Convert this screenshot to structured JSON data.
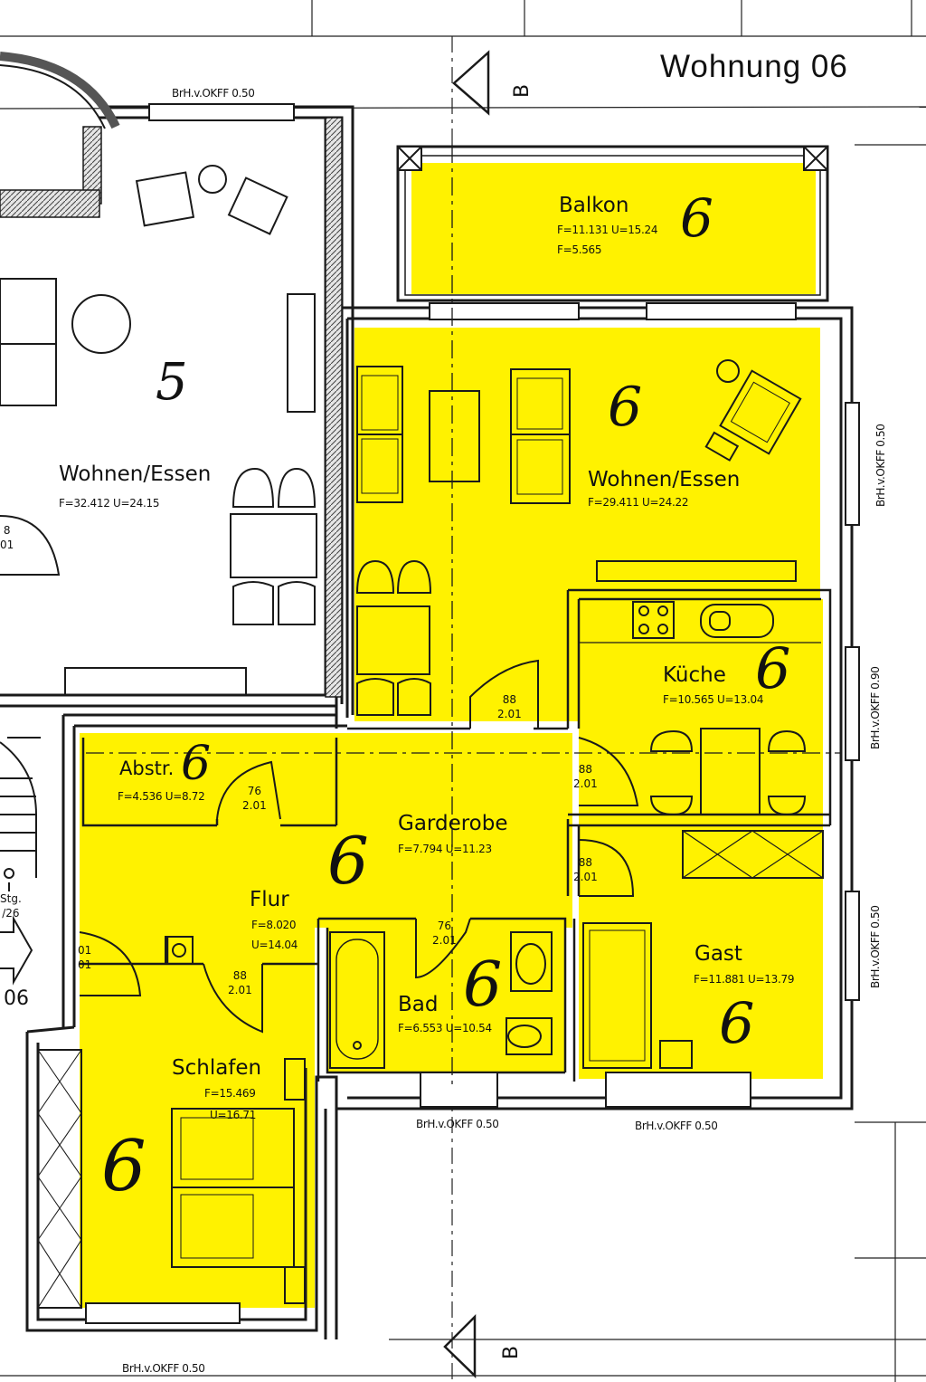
{
  "title": "Wohnung 06",
  "section_marker": "B",
  "window_label": "BrH.v.OKFF 0.50",
  "window_label_alt": "BrH.v.OKFF 0.90",
  "neighbor": {
    "room": "Wohnen/Essen",
    "area": "F=32.412 U=24.15",
    "hand_mark": "5",
    "door_fragment_top": "8",
    "door_fragment_bottom": "01",
    "stair_fragment_top": "Stg.",
    "stair_fragment_bottom": "/26",
    "unit_fragment": "06",
    "door_left_top": "01",
    "door_left_bottom": "01"
  },
  "rooms": [
    {
      "name": "Balkon",
      "area": "F=11.131 U=15.24",
      "area2": "F=5.565",
      "mark": "6"
    },
    {
      "name": "Wohnen/Essen",
      "area": "F=29.411 U=24.22",
      "mark": "6"
    },
    {
      "name": "Küche",
      "area": "F=10.565 U=13.04",
      "mark": "6"
    },
    {
      "name": "Abstr.",
      "area": "F=4.536 U=8.72",
      "mark": "6"
    },
    {
      "name": "Garderobe",
      "area": "F=7.794 U=11.23",
      "mark": "6"
    },
    {
      "name": "Flur",
      "area": "F=8.020",
      "area2": "U=14.04"
    },
    {
      "name": "Bad",
      "area": "F=6.553 U=10.54",
      "mark": "6"
    },
    {
      "name": "Gast",
      "area": "F=11.881 U=13.79",
      "mark": "6"
    },
    {
      "name": "Schlafen",
      "area": "F=15.469",
      "area2": "U=16.71",
      "mark": "6"
    }
  ],
  "doors": [
    {
      "w": "88",
      "h": "2.01"
    },
    {
      "w": "88",
      "h": "2.01"
    },
    {
      "w": "88",
      "h": "2.01"
    },
    {
      "w": "76",
      "h": "2.01"
    },
    {
      "w": "76",
      "h": "2.01"
    },
    {
      "w": "88",
      "h": "2.01"
    }
  ],
  "colors": {
    "highlight": "#fff200",
    "line": "#1a1a1a",
    "wall_fill": "#c8c8c8"
  }
}
